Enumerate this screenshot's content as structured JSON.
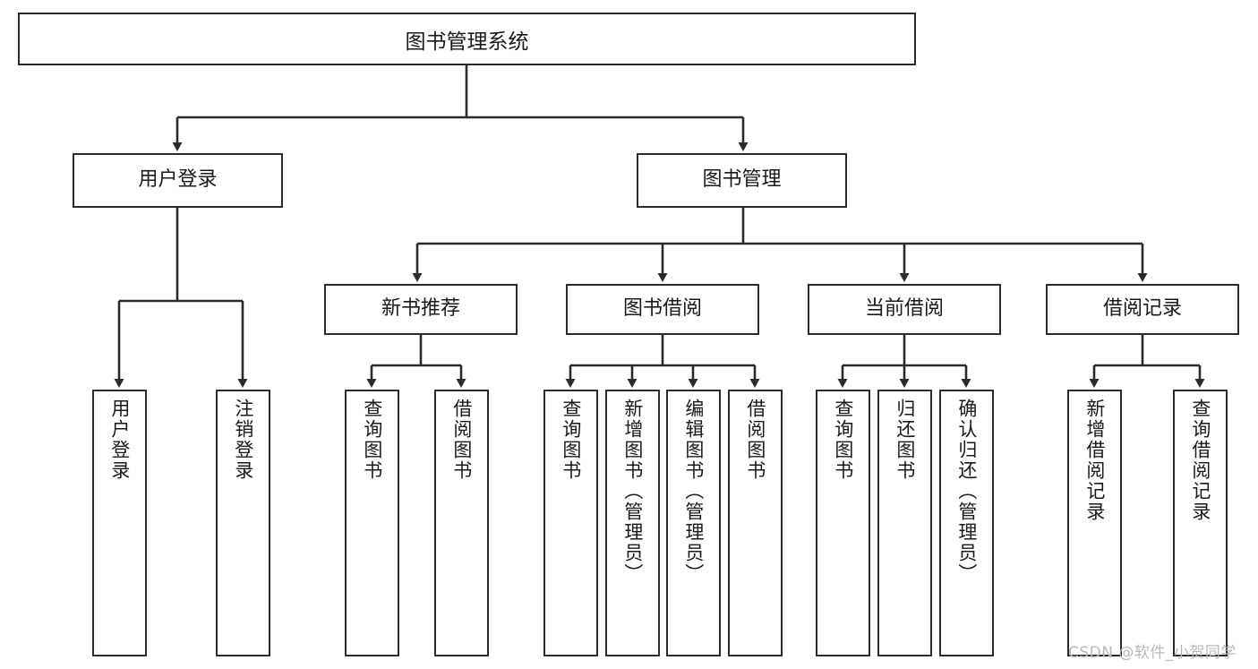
{
  "diagram": {
    "type": "tree",
    "title_node": {
      "label": "图书管理系统"
    },
    "level2": [
      {
        "id": "user-login",
        "label": "用户登录"
      },
      {
        "id": "book-management",
        "label": "图书管理"
      }
    ],
    "level3": [
      {
        "id": "new-book-recommend",
        "label": "新书推荐",
        "parent": "book-management"
      },
      {
        "id": "book-borrow",
        "label": "图书借阅",
        "parent": "book-management"
      },
      {
        "id": "current-borrow",
        "label": "当前借阅",
        "parent": "book-management"
      },
      {
        "id": "borrow-record",
        "label": "借阅记录",
        "parent": "book-management"
      }
    ],
    "leaves": [
      {
        "id": "leaf-user-login",
        "label": "用户登录",
        "parent": "user-login"
      },
      {
        "id": "leaf-logout-login",
        "label": "注销登录",
        "parent": "user-login"
      },
      {
        "id": "leaf-query-book-1",
        "label": "查询图书",
        "parent": "new-book-recommend"
      },
      {
        "id": "leaf-borrow-book-1",
        "label": "借阅图书",
        "parent": "new-book-recommend"
      },
      {
        "id": "leaf-query-book-2",
        "label": "查询图书",
        "parent": "book-borrow"
      },
      {
        "id": "leaf-add-book",
        "label": "新增图书（管理员）",
        "parent": "book-borrow"
      },
      {
        "id": "leaf-edit-book",
        "label": "编辑图书（管理员）",
        "parent": "book-borrow"
      },
      {
        "id": "leaf-borrow-book-2",
        "label": "借阅图书",
        "parent": "book-borrow"
      },
      {
        "id": "leaf-query-book-3",
        "label": "查询图书",
        "parent": "current-borrow"
      },
      {
        "id": "leaf-return-book",
        "label": "归还图书",
        "parent": "current-borrow"
      },
      {
        "id": "leaf-confirm-return",
        "label": "确认归还（管理员）",
        "parent": "current-borrow"
      },
      {
        "id": "leaf-add-record",
        "label": "新增借阅记录",
        "parent": "borrow-record"
      },
      {
        "id": "leaf-query-record",
        "label": "查询借阅记录",
        "parent": "borrow-record"
      }
    ],
    "colors": {
      "stroke": "#2b2b2b",
      "fill": "#ffffff",
      "text": "#1a1a1a",
      "watermark": "#b9b9b9"
    }
  },
  "watermark": {
    "text": "CSDN @软件_小贺同学"
  }
}
